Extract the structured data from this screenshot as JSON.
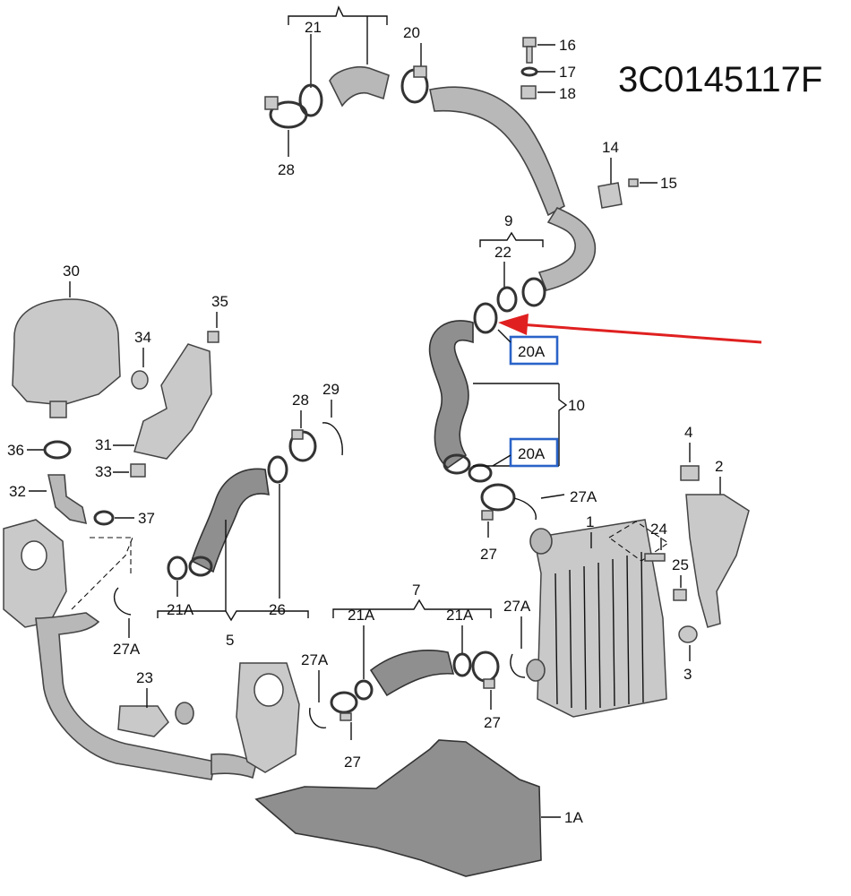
{
  "part_number": "3C0145117F",
  "callouts": {
    "c1": "1",
    "c1a": "1A",
    "c2": "2",
    "c3": "3",
    "c4": "4",
    "c5": "5",
    "c7": "7",
    "c9": "9",
    "c10": "10",
    "c14": "14",
    "c15": "15",
    "c16": "16",
    "c17": "17",
    "c18": "18",
    "c20": "20",
    "c20a_top": "20A",
    "c20a_bottom": "20A",
    "c21": "21",
    "c21a_left": "21A",
    "c21a_mid": "21A",
    "c21a_right": "21A",
    "c22": "22",
    "c23": "23",
    "c24": "24",
    "c25": "25",
    "c26": "26",
    "c27_top": "27",
    "c27_mid": "27",
    "c27_bottom": "27",
    "c27a_top": "27A",
    "c27a_left": "27A",
    "c27a_mid": "27A",
    "c27a_right": "27A",
    "c28_top": "28",
    "c28_mid": "28",
    "c29": "29",
    "c30": "30",
    "c31": "31",
    "c32": "32",
    "c33": "33",
    "c34": "34",
    "c35": "35",
    "c36": "36",
    "c37": "37"
  },
  "highlight": {
    "box_color": "#2a63c8",
    "arrow_color": "#e02020"
  }
}
